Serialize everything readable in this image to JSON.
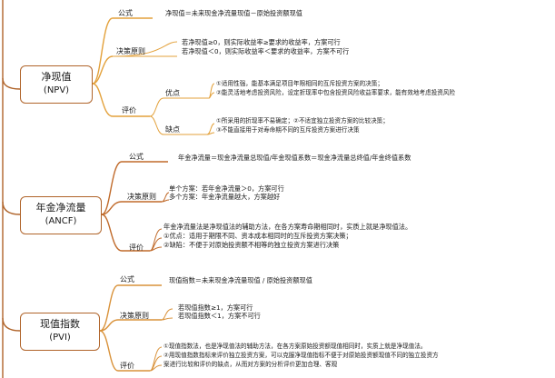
{
  "npv": {
    "title": "净现值",
    "abbr": "(NPV)",
    "formula_label": "公式",
    "formula": "净现值＝未来现金净流量现值－原始投资额现值",
    "rule_label": "决策原则",
    "rules": [
      "若净现值≥0，则实际收益率≥要求的收益率，方案可行",
      "若净现值＜0，则实际收益率＜要求的收益率，方案不可行"
    ],
    "eval_label": "评价",
    "pros_label": "优点",
    "pros": [
      "①适用性强，能基本满足项目年限相同的互斥投资方案的决策；",
      "②能灵活地考虑投资风险，设定折现率中包含投资风险收益率要求，能有效地考虑投资风险"
    ],
    "cons_label": "缺点",
    "cons": [
      "①所采用的折现率不易确定；②不适宜独立投资方案的比较决策；",
      "③不能直接用于对寿命期不同的互斥投资方案进行决策"
    ]
  },
  "ancf": {
    "title": "年金净流量",
    "abbr": "(ANCF)",
    "formula_label": "公式",
    "formula": "年金净流量＝现金净流量总现值/年金现值系数＝现金净流量总终值/年金终值系数",
    "rule_label": "决策原则",
    "rules": [
      "单个方案：若年金净流量＞0，方案可行",
      "多个方案：年金净流量越大，方案越好"
    ],
    "eval_label": "评价",
    "evals": [
      "年金净流量法是净现值法的辅助方法，在各方案寿命期相同时，实质上就是净现值法。",
      "①优点：适用于期限不同、资本成本相同时的互斥投资方案决策；",
      "②缺陷：不便于对原始投资额不相等的独立投资方案进行决策"
    ]
  },
  "pvi": {
    "title": "现值指数",
    "abbr": "(PVI)",
    "formula_label": "公式",
    "formula": "现值指数＝未来现金净流量现值 / 原始投资额现值",
    "rule_label": "决策原则",
    "rules": [
      "若现值指数≥1，方案可行",
      "若现值指数＜1，方案不可行"
    ],
    "eval_label": "评价",
    "evals": [
      "①现值指数法，也是净现值法的辅助方法，在各方案原始投资额现值相同时，实质上就是净现值法。",
      "②用现值指数指标来评价独立投资方案，可以克服净现值指标不便于对原始投资额现值不同的独立投资方",
      "案进行比较和评价的缺点，从而对方案的分析评价更加合理、客观"
    ]
  },
  "colors": {
    "trunk": "#b0642a",
    "npv": "#e3a13b",
    "ancf": "#c06a2a",
    "pvi": "#d9923a"
  }
}
